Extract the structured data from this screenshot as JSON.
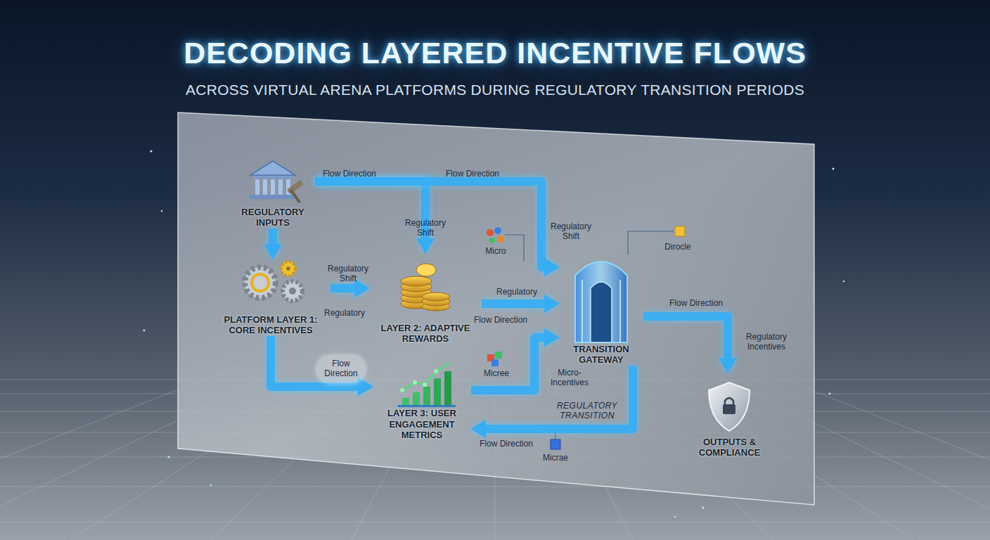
{
  "diagram": {
    "title": "DECODING LAYERED INCENTIVE FLOWS",
    "caption": "ACROSS VIRTUAL ARENA PLATFORMS DURING REGULATORY TRANSITION PERIODS",
    "nodes": [
      {
        "text": [
          "REGULATORY INPUTS"
        ]
      },
      {
        "text": [
          "PLATFORM LAYER 1: CORE INCENTIVES"
        ]
      },
      {
        "text": [
          "LAYER 2: ADAPTIVE REWARDS"
        ]
      },
      {
        "text": [
          "LAYER 3: USER ENGAGEMENT METRICS"
        ]
      },
      {
        "text": [
          "TRANSITION GATEWAY"
        ]
      },
      {
        "text": [
          "OUTPUTS & COMPLIANCE"
        ]
      }
    ],
    "edges": [
      {
        "from": 0,
        "to": 1,
        "arrow": "to"
      },
      {
        "from": 0,
        "to": 2,
        "label": "Regulatory Shift",
        "arrow": "to"
      },
      {
        "from": 0,
        "to": 4,
        "label": "Regulatory Shift",
        "arrow": "to"
      },
      {
        "from": 1,
        "to": 2,
        "label": "Regulatory Shift",
        "arrow": "to"
      },
      {
        "from": 2,
        "to": 4,
        "label": "Regulatory",
        "arrow": "to"
      },
      {
        "from": 1,
        "to": 3,
        "label": "Flow Direction",
        "arrow": "to"
      },
      {
        "from": 3,
        "to": 4,
        "label": "Micro-Incentives",
        "arrow": "to"
      },
      {
        "from": 4,
        "to": 3,
        "label": "Flow Direction",
        "arrow": "to"
      },
      {
        "from": 4,
        "to": 5,
        "label": "Flow Direction",
        "arrow": "to"
      }
    ],
    "labels": [
      "Flow Direction",
      "Flow Direction",
      "Regulatory",
      "Flow Direction",
      "Micro",
      "Dirocle",
      "Micree",
      "Micrae",
      "REGULATORY TRANSITION",
      "Regulatory Incentives"
    ]
  }
}
